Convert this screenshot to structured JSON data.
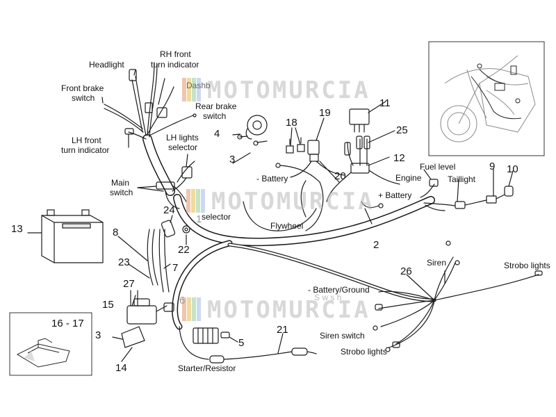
{
  "labels": {
    "headlight": "Headlight",
    "rh_front_1": "RH front",
    "rh_front_2": "turn indicator",
    "front_brake_1": "Front brake",
    "front_brake_2": "switch",
    "rear_brake_1": "Rear brake",
    "rear_brake_2": "switch",
    "dashboard": "Dashb",
    "lh_front_1": "LH front",
    "lh_front_2": "turn indicator",
    "lh_lights_1": "LH lights",
    "lh_lights_2": "selector",
    "selector_2": "selector",
    "main_switch_1": "Main",
    "main_switch_2": "switch",
    "minus_battery": "- Battery",
    "plus_battery": "+ Battery",
    "engine": "Engine",
    "fuel_level": "Fuel level",
    "taillight": "Taillight",
    "flywheel": "Flywheel",
    "siren": "Siren",
    "strobo_lights_1": "Strobo lights",
    "battery_ground": "- Battery/Ground",
    "siren_switch": "Siren switch",
    "strobo_lights_2": "Strobo lights",
    "starter_resistor": "Starter/Resistor",
    "partial_label": "S    w   s   h"
  },
  "numbers": {
    "n1": "1",
    "n2": "2",
    "n3a": "3",
    "n3b": "3",
    "n4": "4",
    "n5": "5",
    "n7": "7",
    "n8": "8",
    "n9": "9",
    "n10": "10",
    "n11": "11",
    "n12": "12",
    "n13": "13",
    "n14": "14",
    "n15": "15",
    "n16_17": "16 - 17",
    "n18": "18",
    "n19": "19",
    "n20": "20",
    "n21": "21",
    "n22": "22",
    "n23": "23",
    "n24": "24",
    "n25": "25",
    "n26": "26",
    "n27": "27",
    "n6": "6"
  },
  "watermark": {
    "text": "MOTOMURCIA"
  },
  "colors": {
    "line": "#1a1a1a",
    "watermark": "#b9b9b9",
    "flag": [
      "#e9a07a",
      "#e6c45a",
      "#9fd19f",
      "#a9c3e6"
    ]
  },
  "icons": {
    "battery": "battery-icon",
    "horn": "horn-icon",
    "relay": "relay-icon",
    "motorcycle": "motorcycle-inset-icon"
  }
}
